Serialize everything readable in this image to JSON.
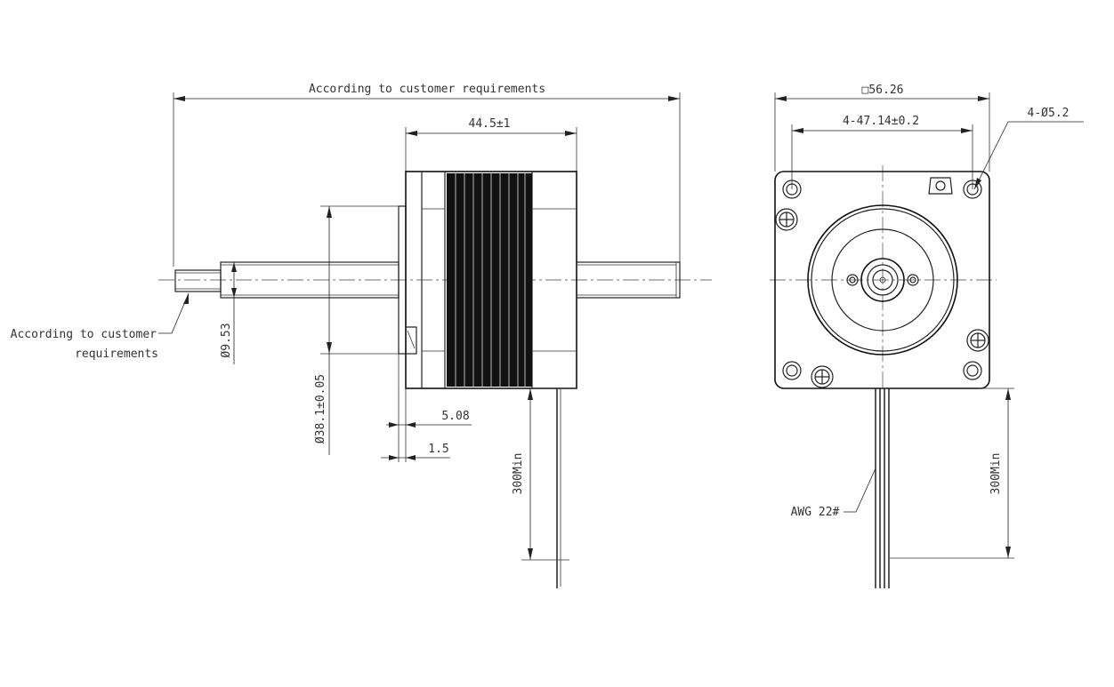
{
  "side_view": {
    "overall_length": "According to customer requirements",
    "body_length": "44.5±1",
    "shaft_diameter": "Ø9.53",
    "boss_diameter": "Ø38.1±0.05",
    "boss_height": "5.08",
    "flange_offset": "1.5",
    "lead_length": "300Min",
    "shaft_end_note_line1": "According to customer",
    "shaft_end_note_line2": "requirements"
  },
  "front_view": {
    "frame_size": "□56.26",
    "hole_spacing": "4-47.14±0.2",
    "hole_diameter": "4-Ø5.2",
    "wire_gauge": "AWG 22#",
    "lead_length": "300Min"
  }
}
